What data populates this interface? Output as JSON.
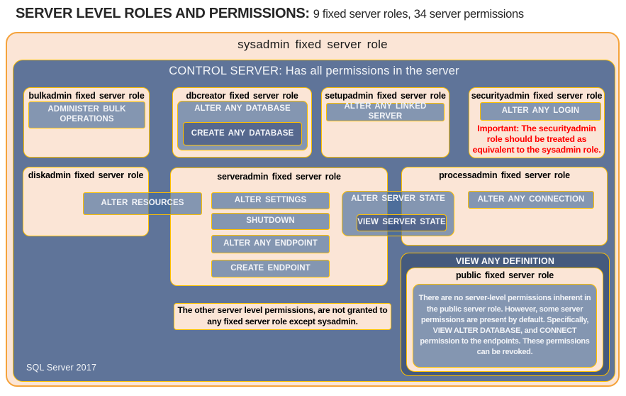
{
  "palette": {
    "outer_border_orange": "#F5A33C",
    "peach_fill": "#FBE5D6",
    "gold_border": "#FFC000",
    "control_server_blue": "#5F7499",
    "permission_button_blue_gray": "#8496B0",
    "nested_permission_dark_blue": "#56688D",
    "view_any_definition_panel": "#455A7D",
    "warning_red": "#FF0000"
  },
  "heading": {
    "main": "SERVER LEVEL ROLES AND PERMISSIONS:",
    "sub": "9 fixed server roles, 34 server permissions"
  },
  "sysadmin": {
    "title": "sysadmin fixed server role"
  },
  "control_server": {
    "title": "CONTROL SERVER: Has all permissions in the server"
  },
  "roles": {
    "bulkadmin": {
      "title": "bulkadmin fixed server role",
      "permissions": [
        "ADMINISTER BULK OPERATIONS"
      ]
    },
    "dbcreator": {
      "title": "dbcreator fixed server role",
      "permission_group": {
        "outer": "ALTER ANY DATABASE",
        "nested": "CREATE ANY DATABASE"
      }
    },
    "setupadmin": {
      "title": "setupadmin fixed server role",
      "permissions": [
        "ALTER ANY LINKED SERVER"
      ]
    },
    "securityadmin": {
      "title": "securityadmin fixed server role",
      "permissions": [
        "ALTER ANY LOGIN"
      ],
      "warning": "Important: The securityadmin role should be treated as equivalent to the sysadmin role."
    },
    "diskadmin": {
      "title": "diskadmin fixed server role",
      "permissions": [
        "ALTER RESOURCES"
      ]
    },
    "serveradmin": {
      "title": "serveradmin fixed server role",
      "permissions": [
        "ALTER SETTINGS",
        "SHUTDOWN",
        "ALTER ANY ENDPOINT",
        "CREATE ENDPOINT"
      ],
      "permission_group": {
        "outer": "ALTER SERVER STATE",
        "nested": "VIEW SERVER STATE"
      }
    },
    "processadmin": {
      "title": "processadmin fixed server role",
      "permissions": [
        "ALTER ANY CONNECTION"
      ]
    },
    "public": {
      "panel_title": "VIEW ANY DEFINITION",
      "title": "public fixed server role",
      "note": "There are no server-level permissions inherent in the public server role. However, some server permissions are present by default. Specifically, VIEW ALTER DATABASE, and CONNECT permission to the endpoints. These permissions can be revoked."
    }
  },
  "footnote": "The other server level permissions, are not granted to any fixed server role except sysadmin.",
  "footer": "SQL Server 2017"
}
